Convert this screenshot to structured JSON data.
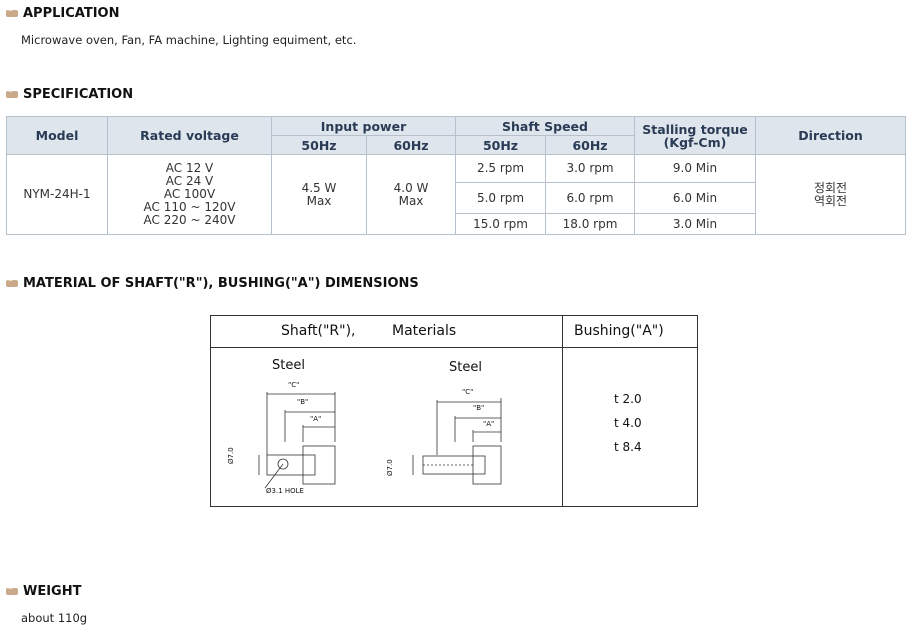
{
  "sections": {
    "application": {
      "title": "APPLICATION",
      "text": "Microwave oven, Fan, FA machine, Lighting equiment, etc."
    },
    "specification": {
      "title": "SPECIFICATION"
    },
    "material": {
      "title": "MATERIAL OF SHAFT(\"R\"), BUSHING(\"A\") DIMENSIONS"
    },
    "weight": {
      "title": "WEIGHT",
      "text": "about 110g"
    }
  },
  "spec_table": {
    "headers": {
      "model": "Model",
      "rated_voltage": "Rated voltage",
      "input_power": "Input power",
      "shaft_speed": "Shaft Speed",
      "stalling_torque": "Stalling torque",
      "stalling_torque_unit": "(Kgf-Cm)",
      "direction": "Direction",
      "hz50": "50Hz",
      "hz60": "60Hz"
    },
    "model": "NYM-24H-1",
    "voltages": [
      "AC 12 V",
      "AC 24 V",
      "AC 100V",
      "AC 110 ~ 120V",
      "AC 220 ~ 240V"
    ],
    "power_50": "4.5 W",
    "power_50_sub": "Max",
    "power_60": "4.0 W",
    "power_60_sub": "Max",
    "rows": [
      {
        "s50": "2.5 rpm",
        "s60": "3.0 rpm",
        "torque": "9.0 Min"
      },
      {
        "s50": "5.0 rpm",
        "s60": "6.0 rpm",
        "torque": "6.0 Min"
      },
      {
        "s50": "15.0 rpm",
        "s60": "18.0 rpm",
        "torque": "3.0 Min"
      }
    ],
    "direction_1": "정회전",
    "direction_2": "역회전"
  },
  "dimensions": {
    "shaft_label": "Shaft(\"R\"),",
    "materials_label": "Materials",
    "bushing_label": "Bushing(\"A\")",
    "steel_left": "Steel",
    "steel_right": "Steel",
    "dim_c": "\"C\"",
    "dim_b": "\"B\"",
    "dim_a": "\"A\"",
    "diameter": "Ø7.0",
    "hole": "Ø3.1 HOLE",
    "bushing_values": [
      "t 2.0",
      "t 4.0",
      "t 8.4"
    ]
  }
}
